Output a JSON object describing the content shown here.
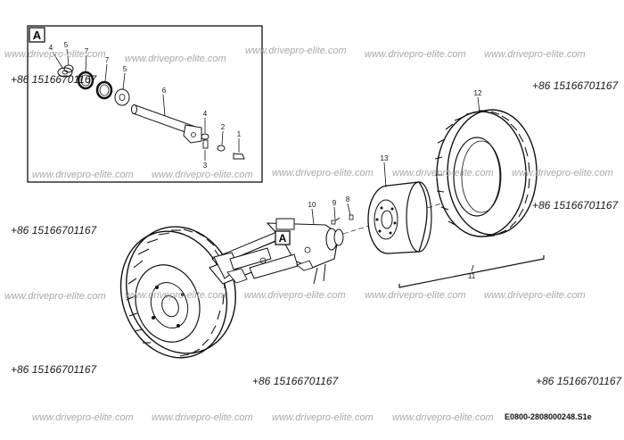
{
  "detail_box": {
    "label": "A"
  },
  "callout_A": "A",
  "part_numbers": [
    "4",
    "5",
    "7",
    "7",
    "5",
    "6",
    "4",
    "2",
    "1",
    "3",
    "10",
    "9",
    "8",
    "13",
    "12",
    "11"
  ],
  "watermark_text": "www.drivepro-elite.com",
  "phone_text": "+86 15166701167",
  "document_id": "E0800-2808000248.S1e"
}
